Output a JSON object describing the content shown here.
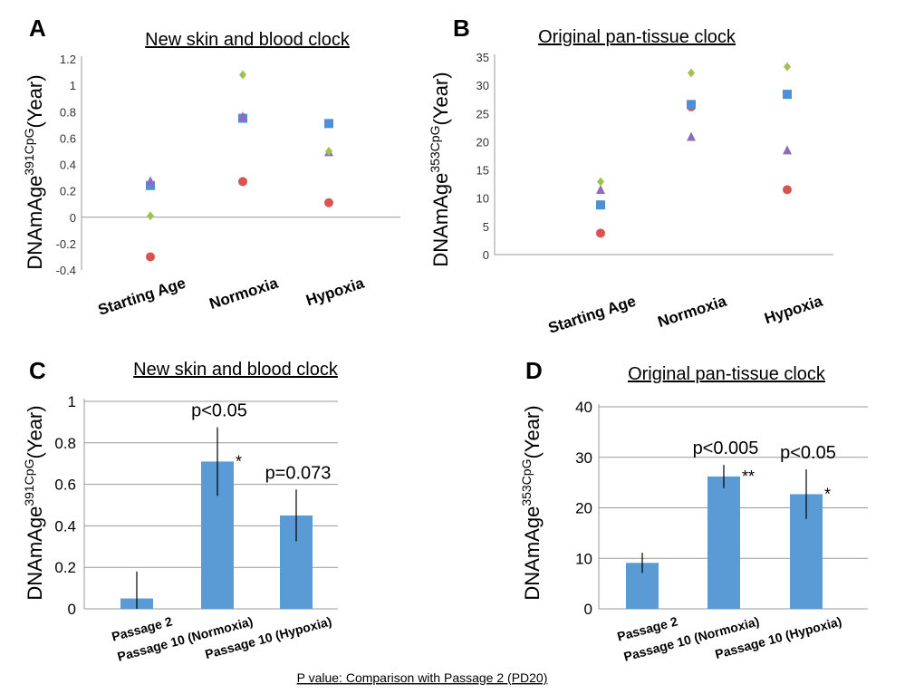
{
  "footnote": "P value: Comparison with Passage 2 (PD20)",
  "colors": {
    "red": "#d9534f",
    "blue": "#4f8fd6",
    "purple": "#8e6bbf",
    "green": "#9dc34e",
    "bar": "#5b9bd5"
  },
  "chart_data": [
    {
      "panel": "A",
      "type": "scatter",
      "title": "New skin and blood clock",
      "ylabel_main": "DNAmAge",
      "ylabel_sup": "391CpG",
      "ylabel_tail": "(Year)",
      "categories": [
        "Starting Age",
        "Normoxia",
        "Hypoxia"
      ],
      "ylim": [
        -0.4,
        1.2
      ],
      "yticks": [
        "-0.4",
        "-0.2",
        "0",
        "0.2",
        "0.4",
        "0.6",
        "0.8",
        "1",
        "1.2"
      ],
      "series": [
        {
          "marker": "circle",
          "color": "#d9534f",
          "values": [
            -0.3,
            0.27,
            0.11
          ]
        },
        {
          "marker": "square",
          "color": "#4f8fd6",
          "values": [
            0.24,
            0.75,
            0.71
          ]
        },
        {
          "marker": "triangle",
          "color": "#8e6bbf",
          "values": [
            0.27,
            0.76,
            0.49
          ]
        },
        {
          "marker": "diamond",
          "color": "#9dc34e",
          "values": [
            0.01,
            1.08,
            0.5
          ]
        }
      ]
    },
    {
      "panel": "B",
      "type": "scatter",
      "title": "Original pan-tissue clock",
      "ylabel_main": "DNAmAge",
      "ylabel_sup": "353CpG",
      "ylabel_tail": "(Year)",
      "categories": [
        "Starting Age",
        "Normoxia",
        "Hypoxia"
      ],
      "ylim": [
        0,
        35
      ],
      "yticks": [
        "0",
        "5",
        "10",
        "15",
        "20",
        "25",
        "30",
        "35"
      ],
      "series": [
        {
          "marker": "circle",
          "color": "#d9534f",
          "values": [
            3.8,
            26.2,
            11.5
          ]
        },
        {
          "marker": "square",
          "color": "#4f8fd6",
          "values": [
            8.8,
            26.6,
            28.4
          ]
        },
        {
          "marker": "triangle",
          "color": "#8e6bbf",
          "values": [
            11.4,
            20.8,
            18.4
          ]
        },
        {
          "marker": "diamond",
          "color": "#9dc34e",
          "values": [
            12.9,
            32.2,
            33.3
          ]
        }
      ]
    },
    {
      "panel": "C",
      "type": "bar",
      "title": "New skin and blood clock",
      "ylabel_main": "DNAmAge",
      "ylabel_sup": "391CpG",
      "ylabel_tail": "(Year)",
      "categories": [
        "Passage 2",
        "Passage 10 (Normoxia)",
        "Passage 10 (Hypoxia)"
      ],
      "ylim": [
        0,
        1
      ],
      "yticks": [
        "0",
        "0.2",
        "0.4",
        "0.6",
        "0.8",
        "1"
      ],
      "values": [
        0.05,
        0.71,
        0.45
      ],
      "errors": [
        0.13,
        0.165,
        0.125
      ],
      "pvalues": [
        "",
        "p<0.05",
        "p=0.073"
      ],
      "stars": [
        "",
        "*",
        ""
      ],
      "grid": true
    },
    {
      "panel": "D",
      "type": "bar",
      "title": "Original pan-tissue clock",
      "ylabel_main": "DNAmAge",
      "ylabel_sup": "353CpG",
      "ylabel_tail": "(Year)",
      "categories": [
        "Passage 2",
        "Passage 10 (Normoxia)",
        "Passage 10 (Hypoxia)"
      ],
      "ylim": [
        0,
        40
      ],
      "yticks": [
        "0",
        "10",
        "20",
        "30",
        "40"
      ],
      "values": [
        9.1,
        26.2,
        22.7
      ],
      "errors": [
        2.0,
        2.3,
        4.9
      ],
      "pvalues": [
        "",
        "p<0.005",
        "p<0.05"
      ],
      "stars": [
        "",
        "**",
        "*"
      ],
      "grid": true
    }
  ]
}
